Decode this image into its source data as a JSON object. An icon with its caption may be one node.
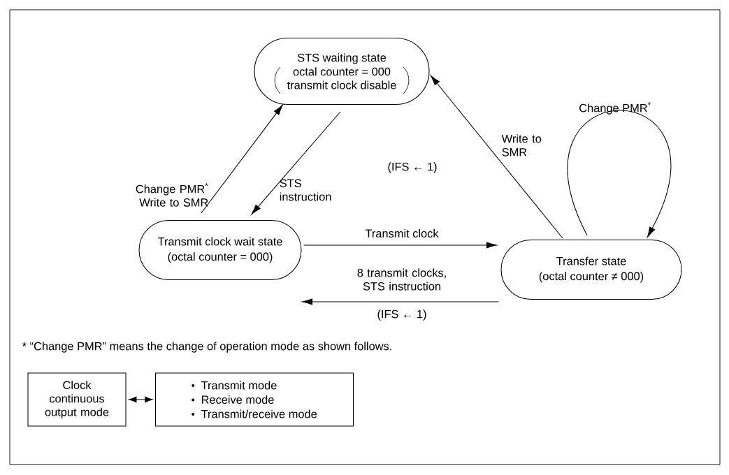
{
  "diagram": {
    "nodes": [
      {
        "text": [
          "STS waiting state",
          "octal counter = 000 transmit clock disable"
        ]
      },
      {
        "text": [
          "Transmit clock wait state",
          "(octal counter = 000)"
        ]
      },
      {
        "text": [
          "Transfer state",
          "(octal counter ≠ 000)"
        ]
      },
      {
        "text": [
          "Clock continuous output mode"
        ]
      },
      {
        "text": [
          "Transmit mode",
          "Receive mode",
          "Transmit/receive mode"
        ]
      }
    ],
    "edges": [
      {
        "from": 1,
        "to": 0,
        "arrow": "to",
        "label": "Change PMR$^{*}$ Write to SMR"
      },
      {
        "from": 0,
        "to": 1,
        "arrow": "to",
        "label": "STS instruction"
      },
      {
        "from": 2,
        "to": 0,
        "arrow": "to",
        "label": "Write to SMR"
      },
      {
        "from": 1,
        "to": 2,
        "arrow": "to",
        "label": "Transmit clock"
      },
      {
        "from": 2,
        "to": 1,
        "arrow": "to",
        "label": "8 transmit clocks, STS instruction"
      },
      {
        "from": 2,
        "to": 2,
        "arrow": "to",
        "label": "Change PMR$^{*}$"
      },
      {
        "from": 3,
        "to": 4,
        "arrow": "both"
      }
    ],
    "labels": [
      "(IFS ← 1)",
      "(IFS ← 1)",
      "* “Change PMR” means the change of operation mode as shown follows."
    ]
  }
}
